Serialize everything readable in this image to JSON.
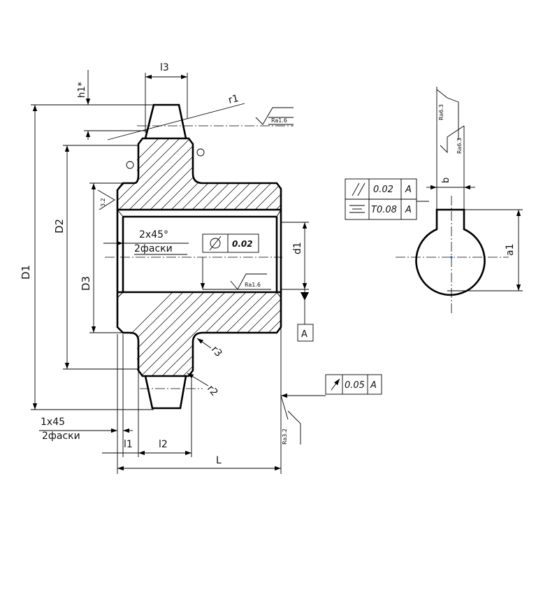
{
  "dimensions": {
    "l3": "l3",
    "h1": "h1*",
    "r1": "r1",
    "D1": "D1",
    "D2": "D2",
    "D3": "D3",
    "d1": "d1",
    "l1": "l1",
    "l2": "l2",
    "L": "L",
    "r2": "r2",
    "r3": "r3",
    "b": "b",
    "a1": "a1"
  },
  "chamfers": {
    "inner_value": "2x45°",
    "inner_note": "2фаски",
    "outer_value": "1x45",
    "outer_note": "2фаски"
  },
  "roughness": {
    "top": "Ra1.6",
    "bore": "Ra1.6",
    "face_left": "3.2",
    "side": "Ra3.2",
    "key_top": "Ra6.3",
    "key_side": "Ra6.3"
  },
  "tolerances": {
    "cylindricity": "0.02",
    "parallelism": {
      "value": "0.02",
      "datum": "A"
    },
    "symmetry": {
      "value": "T0.08",
      "datum": "A"
    },
    "runout": {
      "value": "0.05",
      "datum": "A"
    }
  },
  "datum_label": "A"
}
